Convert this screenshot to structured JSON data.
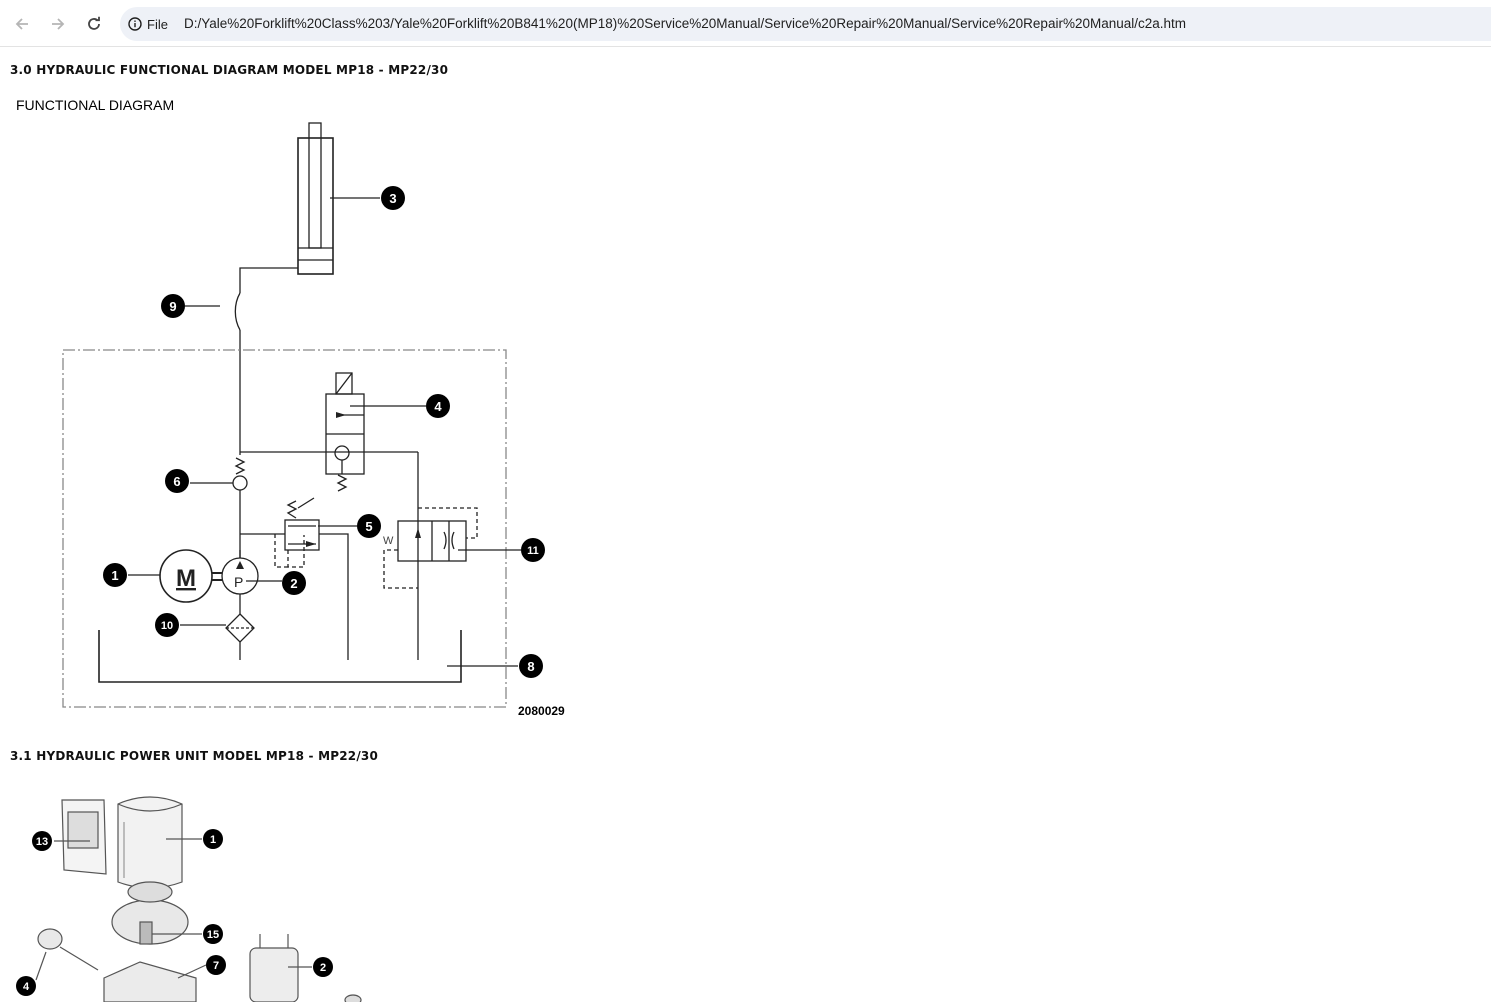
{
  "browser": {
    "site_info_label": "File",
    "url": "D:/Yale%20Forklift%20Class%203/Yale%20Forklift%20B841%20(MP18)%20Service%20Manual/Service%20Repair%20Manual/Service%20Repair%20Manual/c2a.htm",
    "icons": [
      "back-arrow-icon",
      "forward-arrow-icon",
      "reload-icon",
      "info-icon"
    ]
  },
  "section_30": {
    "heading": "3.0 HYDRAULIC FUNCTIONAL DIAGRAM MODEL MP18 - MP22/30",
    "diagram_title": "FUNCTIONAL DIAGRAM",
    "motor_symbol": "M",
    "pump_symbol": "P",
    "valve_spring_label": "W",
    "callouts": [
      "1",
      "2",
      "3",
      "4",
      "5",
      "6",
      "8",
      "9",
      "10",
      "11"
    ],
    "figure_code": "2080029"
  },
  "section_31": {
    "heading": "3.1 HYDRAULIC POWER UNIT MODEL MP18 - MP22/30",
    "callouts": [
      "13",
      "1",
      "15",
      "4",
      "7",
      "2"
    ]
  }
}
